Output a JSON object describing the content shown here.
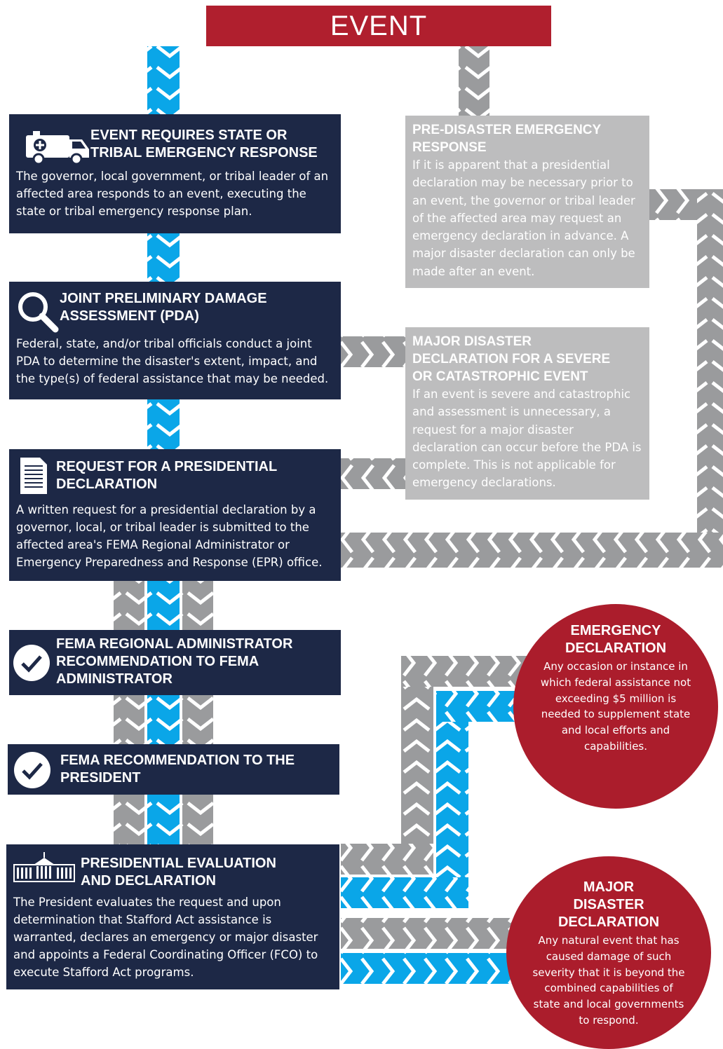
{
  "event": {
    "title": "EVENT"
  },
  "steps": [
    {
      "heading": "EVENT REQUIRES STATE OR TRIBAL EMERGENCY RESPONSE",
      "heading_lines": [
        "EVENT REQUIRES STATE OR",
        "TRIBAL EMERGENCY RESPONSE"
      ],
      "body": "The governor, local government, or tribal leader of an affected area responds to an event, executing the state or tribal emergency response plan.",
      "icon": "ambulance-icon"
    },
    {
      "heading": "JOINT PRELIMINARY DAMAGE ASSESSMENT (PDA)",
      "heading_lines": [
        "JOINT PRELIMINARY DAMAGE",
        "ASSESSMENT (PDA)"
      ],
      "body": "Federal, state, and/or tribal officials conduct a joint PDA to determine the disaster's extent, impact, and the type(s) of federal assistance that may be needed.",
      "icon": "magnifier-icon"
    },
    {
      "heading": "REQUEST FOR A PRESIDENTIAL DECLARATION",
      "heading_lines": [
        "REQUEST FOR A PRESIDENTIAL",
        "DECLARATION"
      ],
      "body": "A written request for a presidential declaration by a governor, local, or tribal leader is submitted to the affected area's FEMA Regional Administrator or Emergency Preparedness and Response (EPR) office.",
      "icon": "document-icon"
    },
    {
      "heading": "FEMA REGIONAL ADMINISTRATOR RECOMMENDATION TO FEMA ADMINISTRATOR",
      "heading_lines": [
        "FEMA REGIONAL ADMINISTRATOR",
        "RECOMMENDATION TO FEMA",
        "ADMINISTRATOR"
      ],
      "body": "",
      "icon": "checkmark-icon"
    },
    {
      "heading": "FEMA RECOMMENDATION TO THE PRESIDENT",
      "heading_lines": [
        "FEMA RECOMMENDATION TO THE",
        "PRESIDENT"
      ],
      "body": "",
      "icon": "checkmark-icon"
    },
    {
      "heading": "PRESIDENTIAL EVALUATION AND DECLARATION",
      "heading_lines": [
        "PRESIDENTIAL EVALUATION",
        "AND DECLARATION"
      ],
      "body": "The President evaluates the request and upon determination that Stafford Act assistance is warranted, declares an emergency or major disaster and appoints a Federal Coordinating Officer (FCO) to execute Stafford Act programs.",
      "icon": "white-house-icon"
    }
  ],
  "side_notes": [
    {
      "heading": "PRE-DISASTER EMERGENCY RESPONSE",
      "heading_lines": [
        "PRE-DISASTER EMERGENCY",
        "RESPONSE"
      ],
      "body": "If it is apparent that a presidential declaration may be necessary prior to an event, the governor or tribal leader of the affected area may request an emergency declaration in advance. A major disaster declaration can only be made after an event."
    },
    {
      "heading": "MAJOR DISASTER DECLARATION FOR A SEVERE OR CATASTROPHIC EVENT",
      "heading_lines": [
        "MAJOR DISASTER",
        "DECLARATION FOR A SEVERE",
        "OR CATASTROPHIC EVENT"
      ],
      "body": "If an event is severe and catastrophic and assessment is unnecessary, a request for a major disaster declaration can occur before the PDA is complete. This is not applicable for emergency declarations."
    }
  ],
  "outcomes": [
    {
      "heading": "EMERGENCY DECLARATION",
      "heading_lines": [
        "EMERGENCY",
        "DECLARATION"
      ],
      "body": "Any occasion or instance in which federal assistance not exceeding $5 million is needed to supplement state and local efforts and capabilities."
    },
    {
      "heading": "MAJOR DISASTER DECLARATION",
      "heading_lines": [
        "MAJOR",
        "DISASTER",
        "DECLARATION"
      ],
      "body": "Any natural event that has caused damage of such severity that it is beyond the combined capabilities of state and local governments to respond."
    }
  ],
  "colors": {
    "navy": "#1d2846",
    "gray_box": "#bdbdbe",
    "red": "#ab1d2c",
    "blue_pipe": "#0aa6e8",
    "gray_pipe": "#9a9b9d"
  }
}
